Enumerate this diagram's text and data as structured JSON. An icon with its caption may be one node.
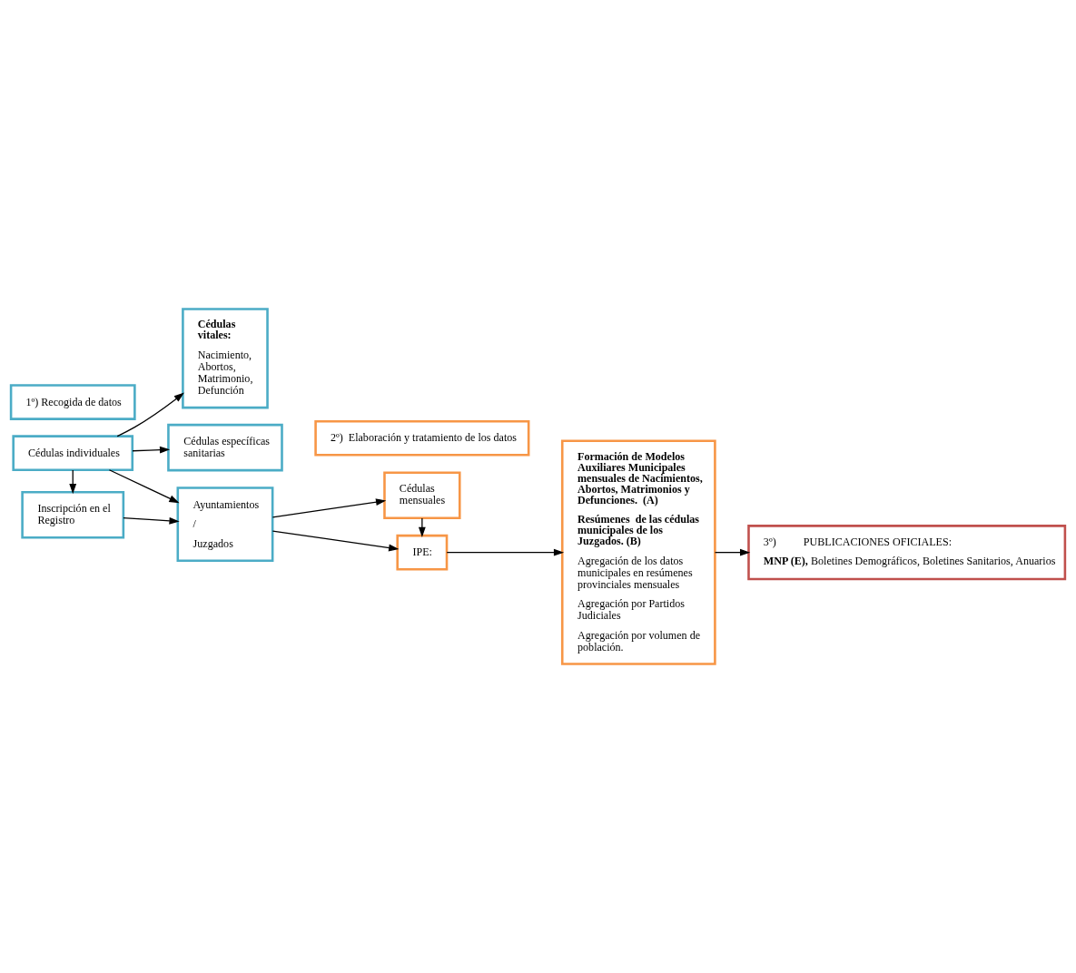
{
  "diagram": {
    "nodes": [
      {
        "text": [
          "1º) Recogida de datos"
        ]
      },
      {
        "text": [
          "2º)  Elaboración y tratamiento de los datos"
        ]
      },
      {
        "text": [
          "Cédulas individuales"
        ]
      },
      {
        "text": [
          "Cédulas  vitales:",
          "Nacimiento, Abortos, Matrimonio, Defunción"
        ]
      },
      {
        "text": [
          "Cédulas específicas sanitarias"
        ]
      },
      {
        "text": [
          "Inscripción en el Registro"
        ]
      },
      {
        "text": [
          "Ayuntamientos",
          "/",
          "Juzgados"
        ]
      },
      {
        "text": [
          "IPE:"
        ]
      },
      {
        "text": [
          "Cédulas mensuales"
        ]
      },
      {
        "text": [
          "Formación de Modelos Auxiliares Municipales mensuales de Nacimientos, Abortos, Matrimonios y Defunciones.  (A)",
          "Resúmenes  de las cédulas  municipales de los Juzgados. (B)",
          "Agregación de los datos municipales en resúmenes provinciales mensuales",
          "Agregación por Partidos Judiciales",
          "Agregación por volumen de población."
        ]
      },
      {
        "text": [
          "3º)          PUBLICACIONES OFICIALES:",
          "**MNP (E),** Boletines Demográficos, Boletines Sanitarios, Anuarios"
        ]
      }
    ],
    "edges": [
      {
        "from": 2,
        "to": 6,
        "arrow": "to"
      },
      {
        "from": 2,
        "to": 3,
        "arrow": "to"
      },
      {
        "from": 2,
        "to": 4,
        "arrow": "to"
      },
      {
        "from": 2,
        "to": 5,
        "arrow": "to"
      },
      {
        "from": 5,
        "to": 6,
        "arrow": "to"
      },
      {
        "from": 6,
        "to": 7,
        "arrow": "to"
      },
      {
        "from": 6,
        "to": 8,
        "arrow": "to"
      },
      {
        "from": 8,
        "to": 7,
        "arrow": "to"
      },
      {
        "from": 7,
        "to": 9,
        "arrow": "to"
      },
      {
        "from": 9,
        "to": 10,
        "arrow": "to"
      }
    ]
  }
}
